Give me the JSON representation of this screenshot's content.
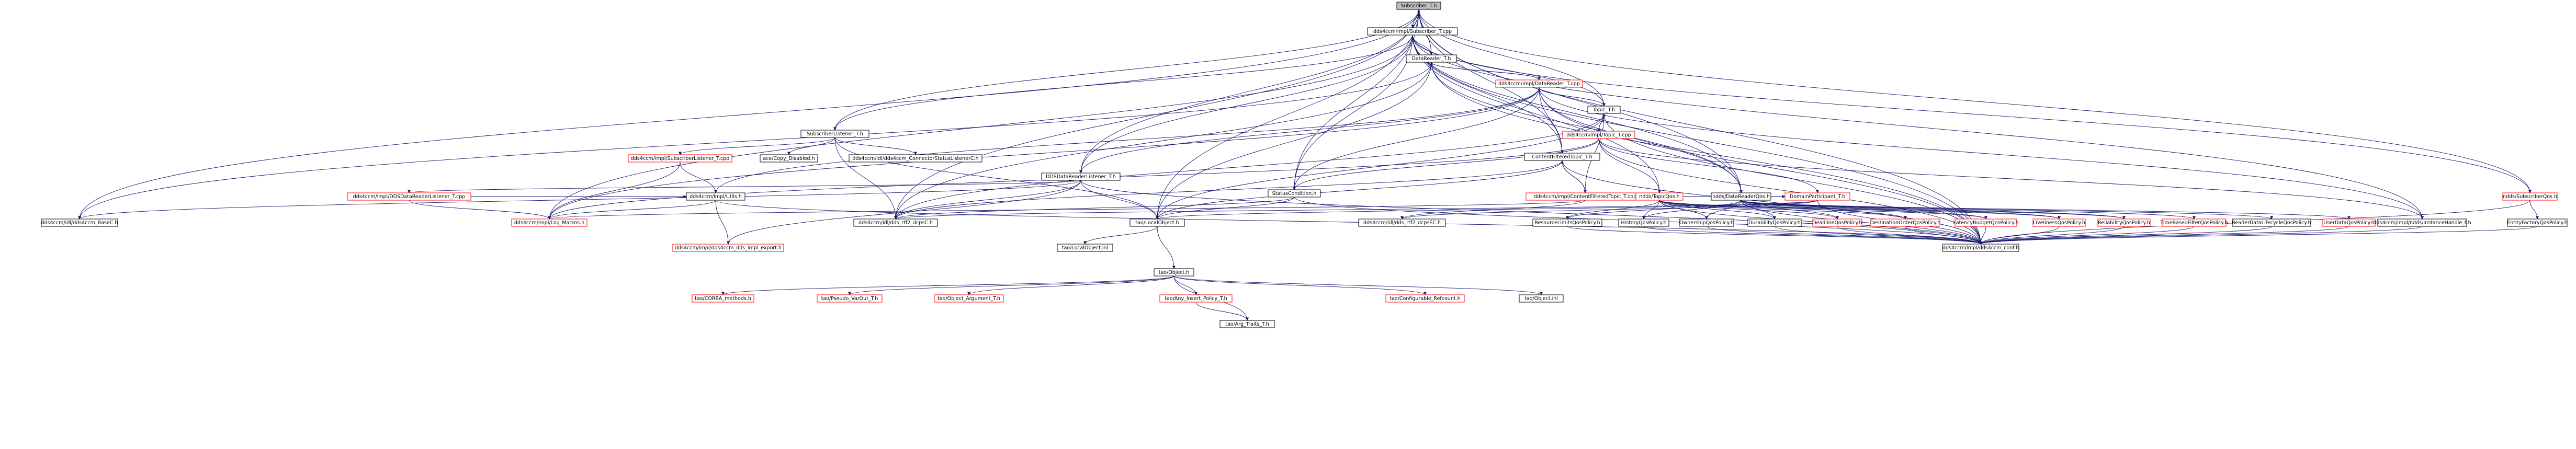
{
  "colors": {
    "edge": "#191970",
    "node_border": "#000000",
    "red_border": "#ff0000",
    "root_fill": "#bfbfbf",
    "node_fill": "#ffffff",
    "text": "#000000"
  },
  "nodes": [
    {
      "id": "subscriber_t_h",
      "label": "Subscriber_T.h",
      "variant": "root"
    },
    {
      "id": "subscriber_t_cpp",
      "label": "dds4ccm/impl/Subscriber_T.cpp",
      "variant": "normal"
    },
    {
      "id": "datareader_t_h",
      "label": "DataReader_T.h",
      "variant": "normal"
    },
    {
      "id": "datareader_t_cpp",
      "label": "dds4ccm/impl/DataReader_T.cpp",
      "variant": "red"
    },
    {
      "id": "topic_t_h",
      "label": "Topic_T.h",
      "variant": "normal"
    },
    {
      "id": "topic_t_cpp",
      "label": "dds4ccm/impl/Topic_T.cpp",
      "variant": "red"
    },
    {
      "id": "subscriberlistener_t_h",
      "label": "SubscriberListener_T.h",
      "variant": "normal"
    },
    {
      "id": "subscriberlistener_t_cpp",
      "label": "dds4ccm/impl/SubscriberListener_T.cpp",
      "variant": "red"
    },
    {
      "id": "ace_copy_disabled",
      "label": "ace/Copy_Disabled.h",
      "variant": "normal"
    },
    {
      "id": "connector_status_listener_c",
      "label": "dds4ccm/idl/dds4ccm_ConnectorStatusListenerC.h",
      "variant": "normal"
    },
    {
      "id": "ddsdatareaderlistener_t_h",
      "label": "DDSDataReaderListener_T.h",
      "variant": "normal"
    },
    {
      "id": "ddsdatareaderlistener_t_cpp",
      "label": "dds4ccm/impl/DDSDataReaderListener_T.cpp",
      "variant": "red"
    },
    {
      "id": "dds4ccm_base_c",
      "label": "dds4ccm/idl/dds4ccm_BaseC.h",
      "variant": "normal"
    },
    {
      "id": "utils_h",
      "label": "dds4ccm/impl/Utils.h",
      "variant": "normal"
    },
    {
      "id": "log_macros_h",
      "label": "dds4ccm/impl/Log_Macros.h",
      "variant": "red"
    },
    {
      "id": "dds_rtf2_dcpsc_h",
      "label": "dds4ccm/idl/dds_rtf2_dcpsC.h",
      "variant": "normal"
    },
    {
      "id": "dds4ccm_dds_impl_export",
      "label": "dds4ccm/impl/dds4ccm_dds_impl_export.h",
      "variant": "red"
    },
    {
      "id": "statuscondition_h",
      "label": "StatusCondition.h",
      "variant": "normal"
    },
    {
      "id": "tao_localobject_h",
      "label": "tao/LocalObject.h",
      "variant": "normal"
    },
    {
      "id": "tao_localobject_inl",
      "label": "tao/LocalObject.inl",
      "variant": "normal"
    },
    {
      "id": "tao_object_h",
      "label": "tao/Object.h",
      "variant": "normal"
    },
    {
      "id": "tao_corba_methods",
      "label": "tao/CORBA_methods.h",
      "variant": "red"
    },
    {
      "id": "tao_pseudo_varout",
      "label": "tao/Pseudo_VarOut_T.h",
      "variant": "red"
    },
    {
      "id": "tao_object_argument",
      "label": "tao/Object_Argument_T.h",
      "variant": "red"
    },
    {
      "id": "tao_any_insert_policy",
      "label": "tao/Any_Insert_Policy_T.h",
      "variant": "red"
    },
    {
      "id": "tao_arg_traits",
      "label": "tao/Arg_Traits_T.h",
      "variant": "normal"
    },
    {
      "id": "tao_configurable_refcount",
      "label": "tao/Configurable_Refcount.h",
      "variant": "red"
    },
    {
      "id": "tao_object_inl",
      "label": "tao/Object.inl",
      "variant": "normal"
    },
    {
      "id": "contentfilteredtopic_t_h",
      "label": "ContentFilteredTopic_T.h",
      "variant": "normal"
    },
    {
      "id": "contentfilteredtopic_t_cpp",
      "label": "dds4ccm/impl/ContentFilteredTopic_T.cpp",
      "variant": "red"
    },
    {
      "id": "domainparticipant_t_h",
      "label": "DomainParticipant_T.h",
      "variant": "red"
    },
    {
      "id": "dds_rtf2_dcpsec_h",
      "label": "dds4ccm/idl/dds_rtf2_dcpsEC.h",
      "variant": "normal"
    },
    {
      "id": "ndds_topicqos",
      "label": "ndds/TopicQos.h",
      "variant": "red"
    },
    {
      "id": "ndds_datareaderqos",
      "label": "ndds/DataReaderQos.h",
      "variant": "normal"
    },
    {
      "id": "ndds_subscriberqos",
      "label": "ndds/SubscriberQos.h",
      "variant": "red"
    },
    {
      "id": "resourcelimitsqos",
      "label": "ResourceLimitsQosPolicy.h",
      "variant": "normal"
    },
    {
      "id": "historyqos",
      "label": "HistoryQosPolicy.h",
      "variant": "normal"
    },
    {
      "id": "ownershipqos",
      "label": "OwnershipQosPolicy.h",
      "variant": "normal"
    },
    {
      "id": "durabilityqos",
      "label": "DurabilityQosPolicy.h",
      "variant": "normal"
    },
    {
      "id": "deadlineqos",
      "label": "DeadlineQosPolicy.h",
      "variant": "red"
    },
    {
      "id": "destinationorderqos",
      "label": "DestinationOrderQosPolicy.h",
      "variant": "red"
    },
    {
      "id": "latencybudgetqos",
      "label": "LatencyBudgetQosPolicy.h",
      "variant": "red"
    },
    {
      "id": "livelinessqos",
      "label": "LivelinessQosPolicy.h",
      "variant": "red"
    },
    {
      "id": "reliabilityqos",
      "label": "ReliabilityQosPolicy.h",
      "variant": "red"
    },
    {
      "id": "timebasedfilterqos",
      "label": "TimeBasedFilterQosPolicy.h",
      "variant": "red"
    },
    {
      "id": "readerdatalifecycleqos",
      "label": "ReaderDataLifecycleQosPolicy.h",
      "variant": "normal"
    },
    {
      "id": "userdataqos",
      "label": "UserDataQosPolicy.h",
      "variant": "red"
    },
    {
      "id": "instancehandle_t_h",
      "label": "dds4ccm/impl/ndds/InstanceHandle_t.h",
      "variant": "normal"
    },
    {
      "id": "entityfactoryqos",
      "label": "EntityFactoryQosPolicy.h",
      "variant": "normal"
    },
    {
      "id": "dds4ccm_conf_h",
      "label": "dds4ccm/impl/dds4ccm_conf.h",
      "variant": "normal"
    }
  ],
  "edges": [
    [
      "subscriber_t_h",
      "subscriber_t_cpp"
    ],
    [
      "subscriber_t_h",
      "datareader_t_h"
    ],
    [
      "subscriber_t_h",
      "topic_t_h"
    ],
    [
      "subscriber_t_h",
      "subscriberlistener_t_h"
    ],
    [
      "subscriber_t_h",
      "ddsdatareaderlistener_t_h"
    ],
    [
      "subscriber_t_h",
      "statuscondition_h"
    ],
    [
      "subscriber_t_h",
      "contentfilteredtopic_t_h"
    ],
    [
      "subscriber_t_h",
      "ndds_subscriberqos"
    ],
    [
      "subscriber_t_h",
      "ndds_datareaderqos"
    ],
    [
      "subscriber_t_h",
      "dds4ccm_base_c"
    ],
    [
      "subscriber_t_h",
      "dds_rtf2_dcpsc_h"
    ],
    [
      "subscriber_t_h",
      "tao_localobject_h"
    ],
    [
      "subscriber_t_h",
      "dds4ccm_conf_h"
    ],
    [
      "subscriber_t_cpp",
      "subscriber_t_h"
    ],
    [
      "subscriber_t_cpp",
      "datareader_t_h"
    ],
    [
      "subscriber_t_cpp",
      "topic_t_h"
    ],
    [
      "subscriber_t_cpp",
      "contentfilteredtopic_t_h"
    ],
    [
      "subscriber_t_cpp",
      "statuscondition_h"
    ],
    [
      "subscriber_t_cpp",
      "subscriberlistener_t_h"
    ],
    [
      "subscriber_t_cpp",
      "ddsdatareaderlistener_t_h"
    ],
    [
      "subscriber_t_cpp",
      "ndds_datareaderqos"
    ],
    [
      "subscriber_t_cpp",
      "ndds_subscriberqos"
    ],
    [
      "subscriber_t_cpp",
      "ndds_topicqos"
    ],
    [
      "subscriber_t_cpp",
      "log_macros_h"
    ],
    [
      "subscriber_t_cpp",
      "dds4ccm_conf_h"
    ],
    [
      "subscriber_t_cpp",
      "instancehandle_t_h"
    ],
    [
      "datareader_t_h",
      "datareader_t_cpp"
    ],
    [
      "datareader_t_h",
      "dds_rtf2_dcpsc_h"
    ],
    [
      "datareader_t_h",
      "tao_localobject_h"
    ],
    [
      "datareader_t_h",
      "ndds_datareaderqos"
    ],
    [
      "datareader_t_h",
      "dds4ccm_base_c"
    ],
    [
      "datareader_t_h",
      "dds4ccm_conf_h"
    ],
    [
      "datareader_t_cpp",
      "datareader_t_h"
    ],
    [
      "datareader_t_cpp",
      "topic_t_h"
    ],
    [
      "datareader_t_cpp",
      "contentfilteredtopic_t_h"
    ],
    [
      "datareader_t_cpp",
      "statuscondition_h"
    ],
    [
      "datareader_t_cpp",
      "ddsdatareaderlistener_t_h"
    ],
    [
      "datareader_t_cpp",
      "ndds_datareaderqos"
    ],
    [
      "datareader_t_cpp",
      "instancehandle_t_h"
    ],
    [
      "datareader_t_cpp",
      "log_macros_h"
    ],
    [
      "datareader_t_cpp",
      "utils_h"
    ],
    [
      "datareader_t_cpp",
      "dds4ccm_conf_h"
    ],
    [
      "topic_t_h",
      "topic_t_cpp"
    ],
    [
      "topic_t_h",
      "dds_rtf2_dcpsc_h"
    ],
    [
      "topic_t_h",
      "tao_localobject_h"
    ],
    [
      "topic_t_h",
      "dds4ccm_conf_h"
    ],
    [
      "topic_t_cpp",
      "topic_t_h"
    ],
    [
      "topic_t_cpp",
      "statuscondition_h"
    ],
    [
      "topic_t_cpp",
      "ndds_topicqos"
    ],
    [
      "topic_t_cpp",
      "domainparticipant_t_h"
    ],
    [
      "topic_t_cpp",
      "instancehandle_t_h"
    ],
    [
      "topic_t_cpp",
      "log_macros_h"
    ],
    [
      "topic_t_cpp",
      "dds4ccm_conf_h"
    ],
    [
      "subscriberlistener_t_h",
      "subscriberlistener_t_cpp"
    ],
    [
      "subscriberlistener_t_h",
      "ace_copy_disabled"
    ],
    [
      "subscriberlistener_t_h",
      "connector_status_listener_c"
    ],
    [
      "subscriberlistener_t_h",
      "dds_rtf2_dcpsc_h"
    ],
    [
      "subscriberlistener_t_h",
      "tao_localobject_h"
    ],
    [
      "subscriberlistener_t_cpp",
      "utils_h"
    ],
    [
      "subscriberlistener_t_cpp",
      "log_macros_h"
    ],
    [
      "ddsdatareaderlistener_t_h",
      "ddsdatareaderlistener_t_cpp"
    ],
    [
      "ddsdatareaderlistener_t_h",
      "dds4ccm_base_c"
    ],
    [
      "ddsdatareaderlistener_t_h",
      "dds_rtf2_dcpsc_h"
    ],
    [
      "ddsdatareaderlistener_t_h",
      "tao_localobject_h"
    ],
    [
      "ddsdatareaderlistener_t_h",
      "dds4ccm_conf_h"
    ],
    [
      "ddsdatareaderlistener_t_h",
      "dds4ccm_dds_impl_export"
    ],
    [
      "ddsdatareaderlistener_t_cpp",
      "log_macros_h"
    ],
    [
      "ddsdatareaderlistener_t_cpp",
      "utils_h"
    ],
    [
      "utils_h",
      "log_macros_h"
    ],
    [
      "utils_h",
      "dds4ccm_dds_impl_export"
    ],
    [
      "utils_h",
      "dds4ccm_conf_h"
    ],
    [
      "statuscondition_h",
      "dds_rtf2_dcpsc_h"
    ],
    [
      "statuscondition_h",
      "tao_localobject_h"
    ],
    [
      "statuscondition_h",
      "dds4ccm_conf_h"
    ],
    [
      "tao_localobject_h",
      "tao_localobject_inl"
    ],
    [
      "tao_localobject_h",
      "tao_object_h"
    ],
    [
      "tao_object_h",
      "tao_corba_methods"
    ],
    [
      "tao_object_h",
      "tao_pseudo_varout"
    ],
    [
      "tao_object_h",
      "tao_object_argument"
    ],
    [
      "tao_object_h",
      "tao_any_insert_policy"
    ],
    [
      "tao_object_h",
      "tao_configurable_refcount"
    ],
    [
      "tao_object_h",
      "tao_object_inl"
    ],
    [
      "tao_object_h",
      "tao_arg_traits"
    ],
    [
      "tao_any_insert_policy",
      "tao_arg_traits"
    ],
    [
      "contentfilteredtopic_t_h",
      "contentfilteredtopic_t_cpp"
    ],
    [
      "contentfilteredtopic_t_h",
      "dds_rtf2_dcpsc_h"
    ],
    [
      "contentfilteredtopic_t_h",
      "tao_localobject_h"
    ],
    [
      "contentfilteredtopic_t_h",
      "dds4ccm_conf_h"
    ],
    [
      "contentfilteredtopic_t_cpp",
      "contentfilteredtopic_t_h"
    ],
    [
      "contentfilteredtopic_t_cpp",
      "topic_t_h"
    ],
    [
      "contentfilteredtopic_t_cpp",
      "domainparticipant_t_h"
    ],
    [
      "contentfilteredtopic_t_cpp",
      "log_macros_h"
    ],
    [
      "contentfilteredtopic_t_cpp",
      "dds_rtf2_dcpsec_h"
    ],
    [
      "domainparticipant_t_h",
      "dds_rtf2_dcpsc_h"
    ],
    [
      "domainparticipant_t_h",
      "dds_rtf2_dcpsec_h"
    ],
    [
      "domainparticipant_t_h",
      "tao_localobject_h"
    ],
    [
      "domainparticipant_t_h",
      "dds4ccm_conf_h"
    ],
    [
      "ndds_topicqos",
      "deadlineqos"
    ],
    [
      "ndds_topicqos",
      "destinationorderqos"
    ],
    [
      "ndds_topicqos",
      "durabilityqos"
    ],
    [
      "ndds_topicqos",
      "historyqos"
    ],
    [
      "ndds_topicqos",
      "latencybudgetqos"
    ],
    [
      "ndds_topicqos",
      "livelinessqos"
    ],
    [
      "ndds_topicqos",
      "ownershipqos"
    ],
    [
      "ndds_topicqos",
      "reliabilityqos"
    ],
    [
      "ndds_topicqos",
      "resourcelimitsqos"
    ],
    [
      "ndds_topicqos",
      "dds4ccm_conf_h"
    ],
    [
      "ndds_datareaderqos",
      "deadlineqos"
    ],
    [
      "ndds_datareaderqos",
      "destinationorderqos"
    ],
    [
      "ndds_datareaderqos",
      "durabilityqos"
    ],
    [
      "ndds_datareaderqos",
      "historyqos"
    ],
    [
      "ndds_datareaderqos",
      "latencybudgetqos"
    ],
    [
      "ndds_datareaderqos",
      "livelinessqos"
    ],
    [
      "ndds_datareaderqos",
      "ownershipqos"
    ],
    [
      "ndds_datareaderqos",
      "reliabilityqos"
    ],
    [
      "ndds_datareaderqos",
      "resourcelimitsqos"
    ],
    [
      "ndds_datareaderqos",
      "timebasedfilterqos"
    ],
    [
      "ndds_datareaderqos",
      "readerdatalifecycleqos"
    ],
    [
      "ndds_datareaderqos",
      "userdataqos"
    ],
    [
      "ndds_datareaderqos",
      "dds4ccm_conf_h"
    ],
    [
      "ndds_subscriberqos",
      "entityfactoryqos"
    ],
    [
      "ndds_subscriberqos",
      "dds4ccm_conf_h"
    ],
    [
      "resourcelimitsqos",
      "dds4ccm_conf_h"
    ],
    [
      "historyqos",
      "dds4ccm_conf_h"
    ],
    [
      "ownershipqos",
      "dds4ccm_conf_h"
    ],
    [
      "durabilityqos",
      "dds4ccm_conf_h"
    ],
    [
      "deadlineqos",
      "dds4ccm_conf_h"
    ],
    [
      "destinationorderqos",
      "dds4ccm_conf_h"
    ],
    [
      "latencybudgetqos",
      "dds4ccm_conf_h"
    ],
    [
      "livelinessqos",
      "dds4ccm_conf_h"
    ],
    [
      "reliabilityqos",
      "dds4ccm_conf_h"
    ],
    [
      "timebasedfilterqos",
      "dds4ccm_conf_h"
    ],
    [
      "readerdatalifecycleqos",
      "dds4ccm_conf_h"
    ],
    [
      "userdataqos",
      "dds4ccm_conf_h"
    ],
    [
      "instancehandle_t_h",
      "dds4ccm_conf_h"
    ],
    [
      "entityfactoryqos",
      "dds4ccm_conf_h"
    ]
  ]
}
